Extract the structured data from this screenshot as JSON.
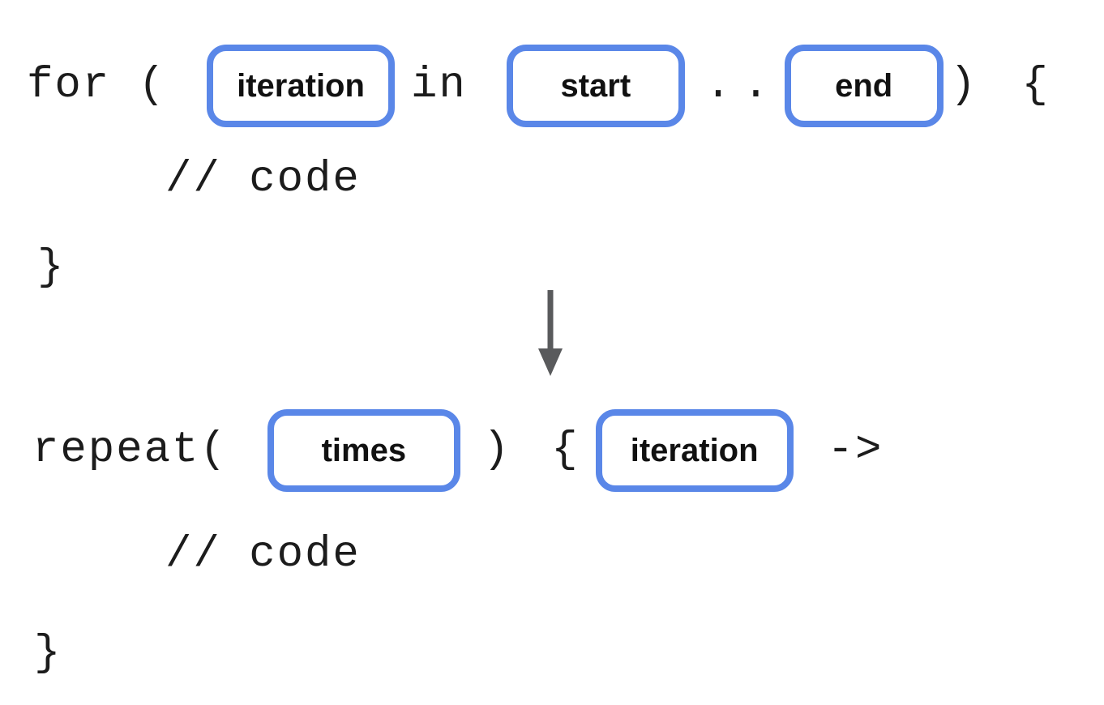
{
  "colors": {
    "pill_border": "#5A87E8",
    "arrow": "#595A5C",
    "code_text": "#1C1C1C"
  },
  "for_block": {
    "keyword": "for (",
    "iteration_label": "iteration",
    "in_keyword": "in",
    "start_label": "start",
    "range_operator": "..",
    "end_label": "end",
    "close": ") {",
    "body_comment": "// code",
    "closing_brace": "}"
  },
  "arrow": {
    "direction": "down"
  },
  "repeat_block": {
    "keyword": "repeat(",
    "times_label": "times",
    "close_paren": ")",
    "open_brace": "{",
    "iteration_label": "iteration",
    "lambda_arrow": "->",
    "body_comment": "// code",
    "closing_brace": "}"
  }
}
